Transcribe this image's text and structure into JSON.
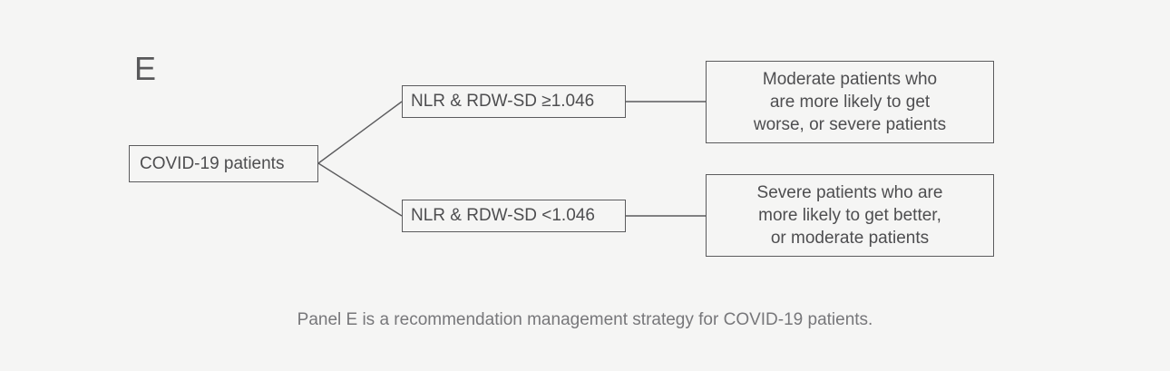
{
  "panel_label": "E",
  "diagram": {
    "root_label": "COVID-19 patients",
    "branches": [
      {
        "condition": "NLR & RDW-SD ≥1.046",
        "outcome": "Moderate patients who are more likely to get worse, or severe patients"
      },
      {
        "condition": "NLR & RDW-SD <1.046",
        "outcome": "Severe patients who are more likely to get better, or moderate patients"
      }
    ]
  },
  "caption": "Panel E is a recommendation management strategy for COVID-19 patients.",
  "colors": {
    "background": "#f5f5f4",
    "box_border": "#5b5b5d",
    "box_text": "#4e4e50",
    "caption_text": "#77777a",
    "connector_line": "#5b5b5d"
  }
}
